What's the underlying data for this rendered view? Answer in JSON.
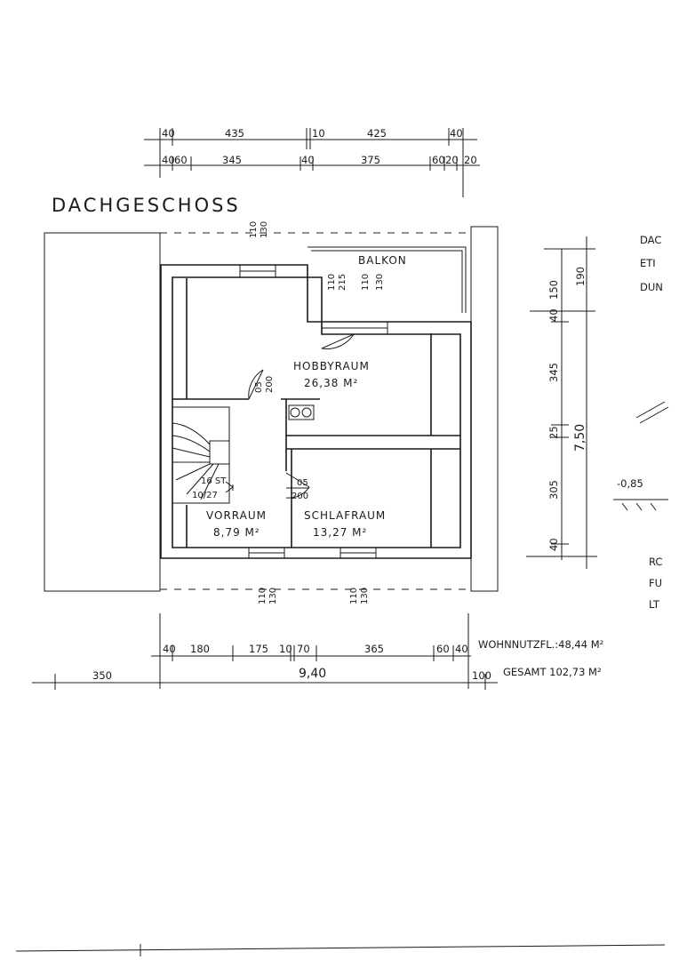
{
  "title": "DACHGESCHOSS",
  "top_dims_row1": [
    "40",
    "435",
    "10",
    "425",
    "40"
  ],
  "top_dims_row2": [
    "40",
    "60",
    "345",
    "40",
    "375",
    "60",
    "20",
    "20"
  ],
  "rooms": {
    "balkon": "BALKON",
    "hobby": {
      "name": "HOBBYRAUM",
      "area": "26,38 M²"
    },
    "vorraum": {
      "name": "VORRAUM",
      "area": "8,79 M²"
    },
    "schlaf": {
      "name": "SCHLAFRAUM",
      "area": "13,27 M²"
    }
  },
  "stair": {
    "steps": "16 ST",
    "ratio": "10/27"
  },
  "openings": {
    "window_top": [
      "110",
      "130"
    ],
    "balkon_door": [
      "110",
      "215",
      "110",
      "130"
    ],
    "door_hobby": [
      "05",
      "200"
    ],
    "door_schlaf": [
      "05",
      "200"
    ],
    "window_bottom_left": [
      "110",
      "130"
    ],
    "window_bottom_right": [
      "110",
      "130"
    ]
  },
  "right_dims": [
    "190",
    "150",
    "40",
    "345",
    "25",
    "305",
    "40"
  ],
  "total_depth": "7,50",
  "bottom_dims": [
    "40",
    "180",
    "175",
    "10",
    "70",
    "365",
    "60",
    "40"
  ],
  "total_width": "9,40",
  "left_offset": "350",
  "right_offset": "100",
  "wohnnutzfl": "WOHNNUTZFL.:48,44 M²",
  "gesamt": "GESAMT 102,73 M²",
  "level": "-0,85",
  "side_cropped_top": [
    "DAC",
    "ETI",
    "DUN"
  ],
  "side_cropped_bottom": [
    "RC",
    "FU",
    "LT"
  ]
}
